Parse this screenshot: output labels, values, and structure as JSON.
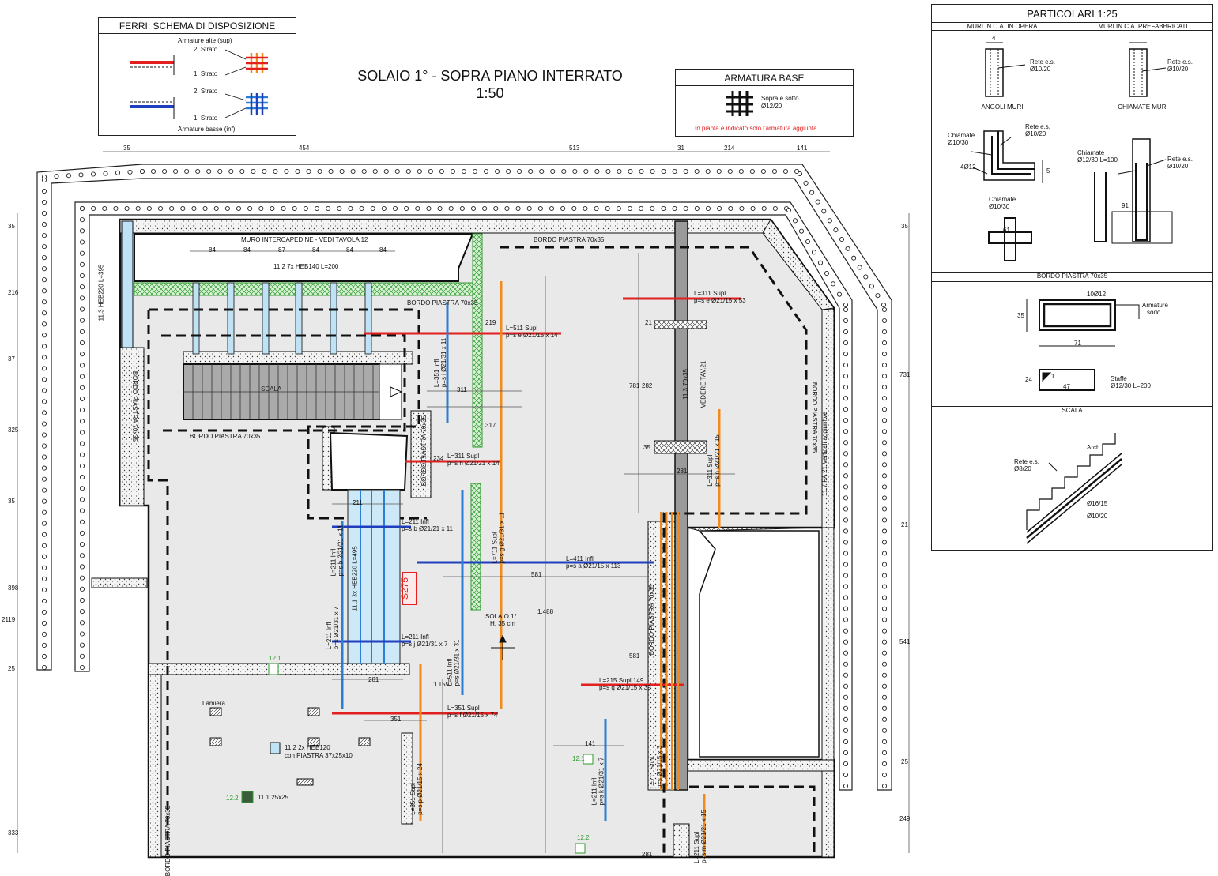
{
  "title": {
    "main": "SOLAIO 1° - SOPRA PIANO INTERRATO",
    "scale": "1:50"
  },
  "ferri": {
    "title": "FERRI: SCHEMA DI DISPOSIZIONE",
    "top_label": "Armature alte (sup)",
    "bottom_label": "Armature basse (inf)",
    "layer2": "2. Strato",
    "layer1": "1. Strato"
  },
  "armatura_base": {
    "title": "ARMATURA BASE",
    "desc1": "Sopra e sotto",
    "desc2": "Ø12/20",
    "note": "In pianta è indicato solo l'armatura aggiunta"
  },
  "particolari": {
    "title": "PARTICOLARI 1:25",
    "muri_opera": "MURI IN C.A. IN OPERA",
    "muri_prefab": "MURI IN C.A. PREFABBRICATI",
    "angoli": "ANGOLI MURI",
    "chiamate": "CHIAMATE MURI",
    "bordo": "BORDO PIASTRA 70x35",
    "scala": "SCALA",
    "rete": "Rete e.s.",
    "rete_val": "Ø10/20",
    "chiamate_lbl": "Chiamate",
    "chiamate_val": "Ø10/30",
    "chiamate_val2": "Ø12/30 L=100",
    "bordo_bars": "10Ø12",
    "armature": "Armature",
    "sodo": "sodo",
    "staffe": "Staffe",
    "staffe_val": "Ø12/30 L=200",
    "rete_scala": "Ø8/20",
    "scala_bar1": "Ø16/15",
    "scala_bar2": "Ø10/20",
    "four_phi12": "4Ø12",
    "arch": "Arch.",
    "dims": {
      "d4": "4",
      "d5": "5",
      "d35": "35",
      "d71": "71",
      "d47": "47",
      "d24": "24",
      "d11": "11",
      "d91": "91",
      "d61": "61"
    }
  },
  "dims_top": [
    "35",
    "454",
    "513",
    "31",
    "214",
    "141"
  ],
  "dims_left": [
    "35",
    "216",
    "37",
    "325",
    "35",
    "398",
    "2119",
    "25",
    "333"
  ],
  "dims_right": [
    "35",
    "731",
    "21",
    "541",
    "25",
    "249"
  ],
  "plan": {
    "muro_interca": "MURO INTERCAPEDINE - VEDI TAVOLA 12",
    "beam_label": "11.2 7x HEB140 L=200",
    "bordo": "BORDO PIASTRA 70x35",
    "scala": "SCALA",
    "beam_vert_left": "11.3 HEB220 L=395",
    "beam_vert_right": "11.3 70x35",
    "vedere": "VEDERE TAV.21",
    "vertical_bars": "11.7 PA 21 Verticali aggiuntive",
    "beam_center": "11.1 3x HEB220 L=495",
    "s275": "S275",
    "solaio": "SOLAIO 1°",
    "solaio_h": "H. 35 cm",
    "lamiera": "Lamiera",
    "heb120": "11.2 2x HEB120",
    "piastra": "con PIASTRA 37x25x10",
    "small_beam": "11.1 25x25",
    "tag_121": "12.1",
    "tag_122": "12.2",
    "dim_84": "84",
    "dim_87": "87",
    "dim_311": "311",
    "dim_317": "317",
    "dim_219": "219",
    "dim_781": "781",
    "dim_21": "21",
    "dim_282": "282",
    "dim_35": "35",
    "dim_281": "281",
    "dim_211": "211",
    "dim_581": "581",
    "dim_1488": "1.488",
    "dim_1159": "1.159",
    "dim_351": "351",
    "dim_141": "141",
    "dim_234": "234"
  },
  "rebars": [
    {
      "label": "L=311 Supl",
      "sub": "p=s e Ø21/15 x 53",
      "color": "#e32020"
    },
    {
      "label": "L=511 Supl",
      "sub": "p=s e Ø21/15 x 14",
      "color": "#e32020"
    },
    {
      "label": "L=311 Supl",
      "sub": "p=s h Ø21/21 x 14",
      "color": "#e32020"
    },
    {
      "label": "L=215 Supl 149",
      "sub": "p=s q Ø21/15 x 39",
      "color": "#e32020"
    },
    {
      "label": "L=351 Supl",
      "sub": "p=s f Ø21/15 x 74",
      "color": "#e32020"
    },
    {
      "label": "L=211 Infl",
      "sub": "p=s b Ø21/21 x 11",
      "color": "#1f3fbf"
    },
    {
      "label": "L=411 Infl",
      "sub": "p=s a Ø21/15 x 113",
      "color": "#1f3fbf"
    },
    {
      "label": "L=211 Infl",
      "sub": "p=s j Ø21/31 x 7",
      "color": "#1f3fbf"
    },
    {
      "label": "L=351 Infl",
      "sub": "p=s i Ø21/31 x 11",
      "color": "#2a7fd4"
    },
    {
      "label": "L=511 Infl",
      "sub": "p=s Ø21/31 x 31",
      "color": "#2a7fd4"
    },
    {
      "label": "L=211 Infl",
      "sub": "p=s b Ø21/21 x 11",
      "color": "#2a7fd4"
    },
    {
      "label": "L=211 Infl",
      "sub": "p=s Ø21/31 x 7",
      "color": "#2a7fd4"
    },
    {
      "label": "L=711 Supl",
      "sub": "p=s g Ø21/31 x 11",
      "color": "#f08a1c"
    },
    {
      "label": "L=311 Supl",
      "sub": "p=s n Ø21/21 x 15",
      "color": "#f08a1c"
    },
    {
      "label": "L=351 Supl",
      "sub": "p=s p Ø21/15 x 24",
      "color": "#f08a1c"
    },
    {
      "label": "L=711 Supl",
      "sub": "p=s Ø21/15 x 3",
      "color": "#f08a1c"
    },
    {
      "label": "L=211 Infl",
      "sub": "p=s k Ø21/31 x 7",
      "color": "#2a7fd4"
    },
    {
      "label": "L=211 Supl",
      "sub": "p=s m Ø21/21 x 15",
      "color": "#f08a1c"
    }
  ]
}
